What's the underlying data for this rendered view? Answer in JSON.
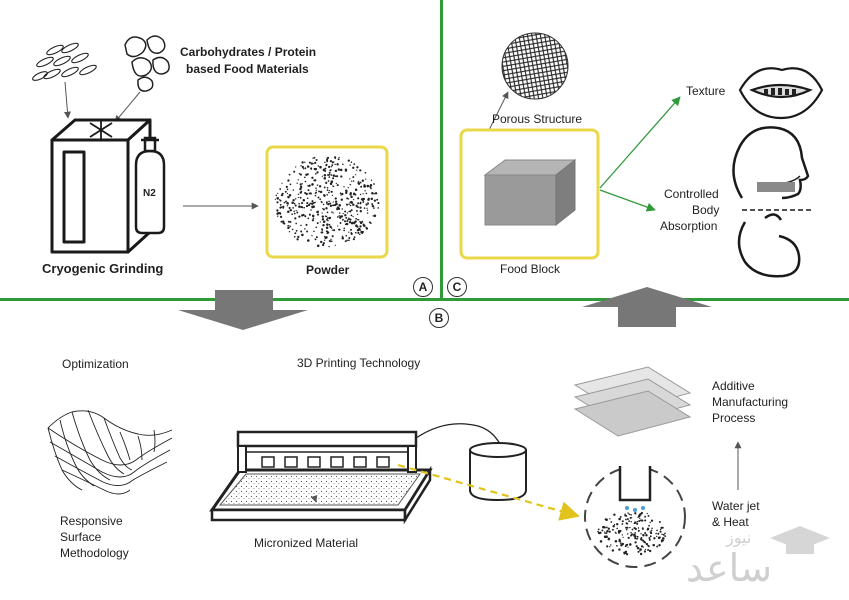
{
  "panel_a": {
    "materials": [
      "Carbohydrates / Protein",
      "based Food Materials"
    ],
    "grinding": "Cryogenic Grinding",
    "tank": "N2",
    "powder": "Powder",
    "marker": "A"
  },
  "panel_c": {
    "porous": "Porous Structure",
    "food_block": "Food Block",
    "texture": "Texture",
    "absorption": [
      "Controlled",
      "Body",
      "Absorption"
    ],
    "marker": "C"
  },
  "panel_b": {
    "marker": "B",
    "optimization": "Optimization",
    "printing": "3D Printing Technology",
    "rsm": [
      "Responsive",
      "Surface",
      "Methodology"
    ],
    "micronized": "Micronized Material",
    "additive": [
      "Additive",
      "Manufacturing",
      "Process"
    ],
    "waterjet": [
      "Water jet",
      "& Heat"
    ]
  },
  "watermark": {
    "text": "ساعد",
    "small": "نیوز"
  },
  "colors": {
    "divider": "#2f9a3a",
    "highlight": "#e9d84a",
    "arrow_gray": "#777777",
    "arrow_green": "#2f9a3a",
    "dashed": "#e2c31c"
  }
}
